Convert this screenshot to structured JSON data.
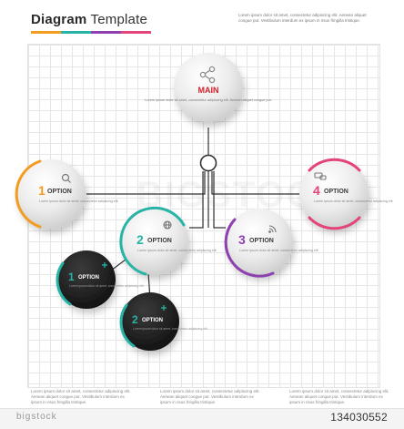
{
  "header": {
    "title_bold": "Diagram",
    "title_light": " Template",
    "description": "Lorem ipsum dolor sit amet, consectetur adipiscing elit. Aenean aliquet congue put. Vestibulum interdum ex ipsum in risus fringilla tristique.",
    "rule_colors": [
      "#f39c1f",
      "#27b3a5",
      "#8e3fb0",
      "#e3457a"
    ]
  },
  "nodes": {
    "main": {
      "label": "MAIN",
      "desc": "Lorem ipsum dolor sit amet, consectetur adipiscing elit. Aenean aliquet congue put.",
      "icon": "share-icon",
      "color": "#d0222e"
    },
    "option1": {
      "number": "1",
      "label": "OPTION",
      "desc": "Lorem ipsum dolor sit amet, consectetur adipiscing elit.",
      "icon": "search-icon",
      "color": "#f39c1f"
    },
    "option2": {
      "number": "2",
      "label": "OPTION",
      "desc": "Lorem ipsum dolor sit amet, consectetur adipiscing elit.",
      "icon": "globe-icon",
      "color": "#27b3a5"
    },
    "option3": {
      "number": "3",
      "label": "OPTION",
      "desc": "Lorem ipsum dolor sit amet, consectetur adipiscing elit.",
      "icon": "wifi-icon",
      "color": "#8e3fb0"
    },
    "option4": {
      "number": "4",
      "label": "OPTION",
      "desc": "Lorem ipsum dolor sit amet, consectetur adipiscing elit.",
      "icon": "chat-icon",
      "color": "#e3457a"
    },
    "sub1": {
      "number": "1",
      "label": "OPTION",
      "desc": "Lorem ipsum dolor sit amet, consectetur adipiscing elit.",
      "icon": "plus-icon",
      "color": "#27b3a5"
    },
    "sub2": {
      "number": "2",
      "label": "OPTION",
      "desc": "Lorem ipsum dolor sit amet, consectetur adipiscing elit.",
      "icon": "plus-icon",
      "color": "#27b3a5"
    }
  },
  "footer": {
    "col1": "Lorem ipsum dolor sit amet, consectetur adipiscing elit. Aenean aliquet congue put. Vestibulum interdum ex ipsum in risus fringilla tristique.",
    "col2": "Lorem ipsum dolor sit amet, consectetur adipiscing elit. Aenean aliquet congue put. Vestibulum interdum ex ipsum in risus fringilla tristique.",
    "col3": "Lorem ipsum dolor sit amet, consectetur adipiscing elit. Aenean aliquet congue put. Vestibulum interdum ex ipsum in risus fringilla tristique."
  },
  "watermark": "BIGSTOCK",
  "stock": {
    "logo": "bigstock",
    "id": "134030552"
  }
}
